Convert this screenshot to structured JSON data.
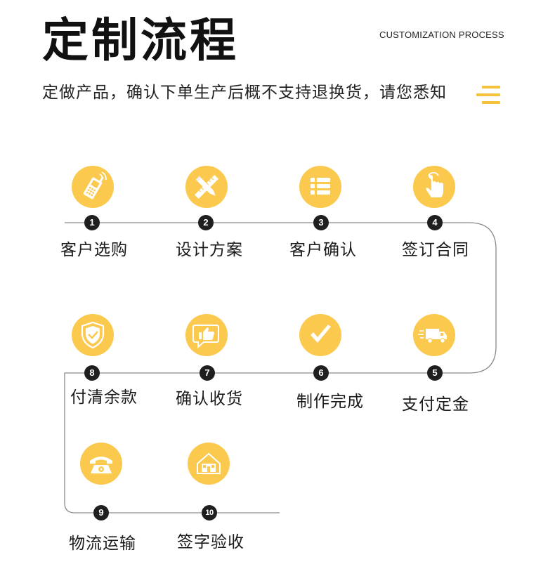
{
  "header": {
    "title": "定制流程",
    "subtitle_en": "CUSTOMIZATION PROCESS",
    "notice": "定做产品，确认下单生产后概不支持退换货，请您悉知"
  },
  "colors": {
    "accent": "#fcc94f",
    "badge": "#1f1f1f",
    "line": "#888888"
  },
  "steps": [
    {
      "number": "1",
      "label": "客户选购",
      "icon": "phone-icon"
    },
    {
      "number": "2",
      "label": "设计方案",
      "icon": "pencil-ruler-icon"
    },
    {
      "number": "3",
      "label": "客户确认",
      "icon": "list-icon"
    },
    {
      "number": "4",
      "label": "签订合同",
      "icon": "tap-hand-icon"
    },
    {
      "number": "5",
      "label": "支付定金",
      "icon": "delivery-truck-icon"
    },
    {
      "number": "6",
      "label": "制作完成",
      "icon": "checkmark-icon"
    },
    {
      "number": "7",
      "label": "确认收货",
      "icon": "thumbs-up-chat-icon"
    },
    {
      "number": "8",
      "label": "付清余款",
      "icon": "shield-check-icon"
    },
    {
      "number": "9",
      "label": "物流运输",
      "icon": "telephone-icon"
    },
    {
      "number": "10",
      "label": "签字验收",
      "icon": "house-icon"
    }
  ]
}
